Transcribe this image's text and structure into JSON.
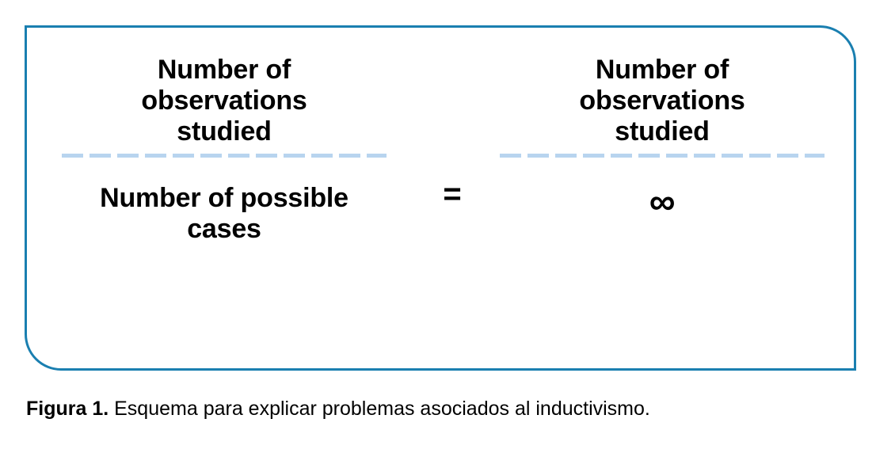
{
  "figure": {
    "frame": {
      "border_color": "#1a7fb0",
      "background_color": "#ffffff"
    },
    "equation": {
      "operator": "=",
      "left_fraction": {
        "numerator": "Number of observations studied",
        "denominator": "Number of possible cases",
        "bar_style": "dashed",
        "bar_color": "#b8d4ef"
      },
      "right_fraction": {
        "numerator": "Number of observations studied",
        "denominator": "∞",
        "bar_style": "dashed",
        "bar_color": "#b8d4ef"
      }
    }
  },
  "caption": {
    "label": "Figura 1.",
    "text": " Esquema para explicar problemas asociados al inductivismo."
  }
}
